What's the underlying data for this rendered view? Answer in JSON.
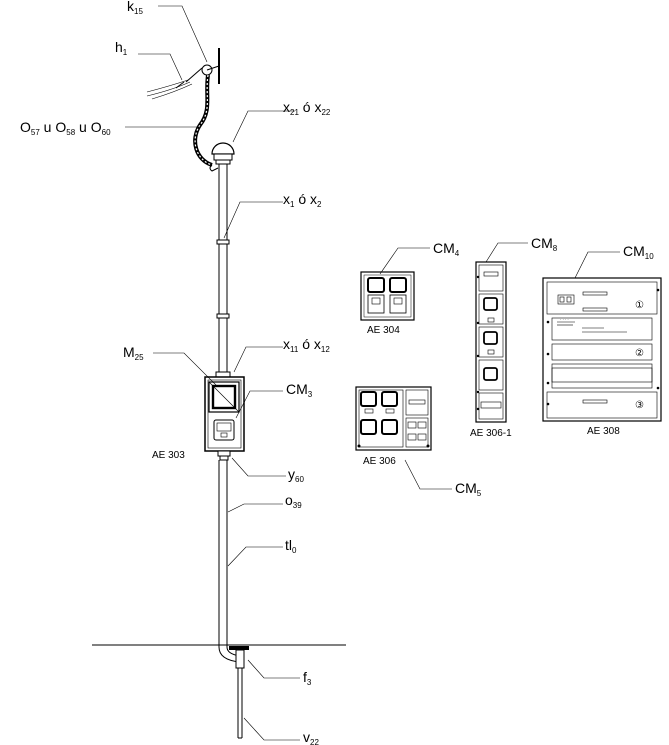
{
  "labels": {
    "k15": {
      "main": "k",
      "sub": "15"
    },
    "h1": {
      "main": "h",
      "sub": "1"
    },
    "o_group": [
      {
        "main": "O",
        "sub": "57"
      },
      {
        "join": " u "
      },
      {
        "main": "O",
        "sub": "58"
      },
      {
        "join": " u "
      },
      {
        "main": "O",
        "sub": "60"
      }
    ],
    "x21_x22": {
      "a": "x",
      "a_sub": "21",
      "mid": " ó ",
      "b": "x",
      "b_sub": "22"
    },
    "x1_x2": {
      "a": "x",
      "a_sub": "1",
      "mid": " ó ",
      "b": "x",
      "b_sub": "2"
    },
    "x11_x12": {
      "a": "x",
      "a_sub": "11",
      "mid": " ó ",
      "b": "x",
      "b_sub": "12"
    },
    "m25": {
      "main": "M",
      "sub": "25"
    },
    "cm3": {
      "main": "CM",
      "sub": "3"
    },
    "y60": {
      "main": "y",
      "sub": "60"
    },
    "o39": {
      "main": "o",
      "sub": "39"
    },
    "tl0": {
      "main": "tl",
      "sub": "0"
    },
    "f3": {
      "main": "f",
      "sub": "3"
    },
    "v22": {
      "main": "v",
      "sub": "22"
    },
    "cm4": {
      "main": "CM",
      "sub": "4"
    },
    "cm8": {
      "main": "CM",
      "sub": "8"
    },
    "cm10": {
      "main": "CM",
      "sub": "10"
    },
    "cm5": {
      "main": "CM",
      "sub": "5"
    }
  },
  "captions": {
    "ae303": "AE 303",
    "ae304": "AE 304",
    "ae306_1": "AE 306-1",
    "ae306": "AE 306",
    "ae308": "AE 308"
  },
  "ae308_circles": [
    "①",
    "②",
    "③"
  ]
}
